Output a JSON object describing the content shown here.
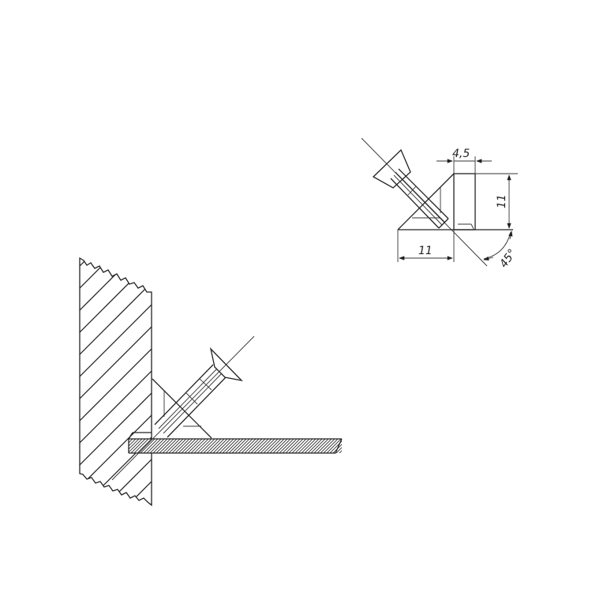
{
  "detail": {
    "dim_plate_thickness": "4,5",
    "dim_height": "11",
    "dim_width": "11",
    "dim_angle": "45°"
  },
  "colors": {
    "line": "#222222",
    "background": "#ffffff"
  }
}
